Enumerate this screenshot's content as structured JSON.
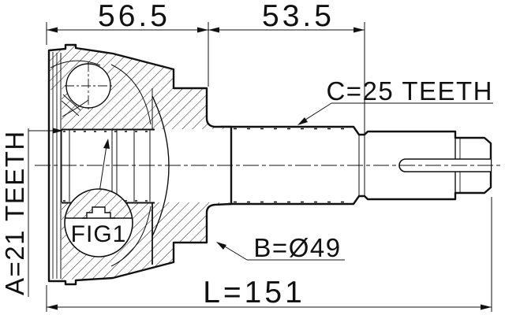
{
  "drawing": {
    "description": "CV joint outer race and drive shaft cross-section technical drawing",
    "dimensions": {
      "housing_width": "56.5",
      "shaft_section_width": "53.5",
      "overall_length": "L=151",
      "outer_diameter": "B=Ø49"
    },
    "labels": {
      "outer_spline_teeth": "C=25 TEETH",
      "inner_spline_teeth": "A=21 TEETH",
      "detail_figure": "FIG1"
    },
    "colors": {
      "line": "#111111",
      "background": "#ffffff"
    }
  }
}
